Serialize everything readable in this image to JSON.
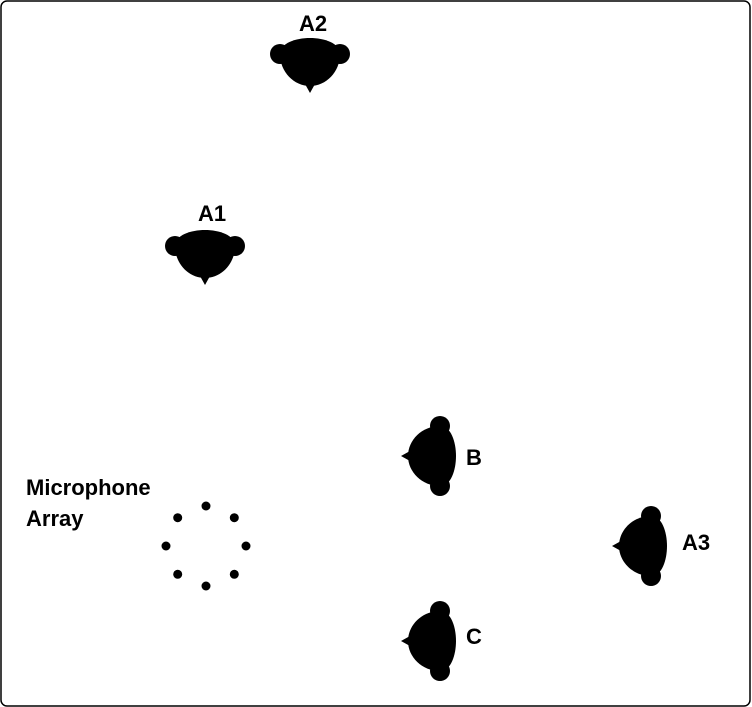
{
  "diagram": {
    "colors": {
      "ink": "#000000",
      "paper": "#ffffff"
    },
    "speakers": [
      {
        "id": "A2",
        "label": "A2",
        "facing": "down",
        "icon": "person-top-view-icon"
      },
      {
        "id": "A1",
        "label": "A1",
        "facing": "down",
        "icon": "person-top-view-icon"
      },
      {
        "id": "B",
        "label": "B",
        "facing": "left",
        "icon": "person-top-view-icon"
      },
      {
        "id": "A3",
        "label": "A3",
        "facing": "left",
        "icon": "person-top-view-icon"
      },
      {
        "id": "C",
        "label": "C",
        "facing": "left",
        "icon": "person-top-view-icon"
      }
    ],
    "microphone_array": {
      "label_line1": "Microphone",
      "label_line2": "Array",
      "mic_count": 8,
      "icon": "microphone-dot-icon"
    }
  }
}
